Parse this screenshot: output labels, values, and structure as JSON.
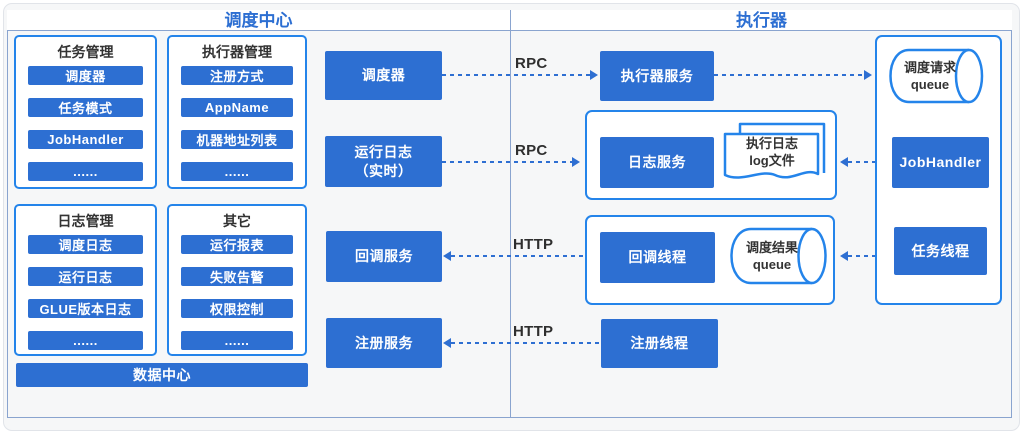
{
  "header": {
    "left_title": "调度中心",
    "right_title": "执行器"
  },
  "labels": {
    "rpc1": "RPC",
    "rpc2": "RPC",
    "http1": "HTTP",
    "http2": "HTTP"
  },
  "sc": {
    "task_group": {
      "title": "任务管理",
      "items": [
        "调度器",
        "任务模式",
        "JobHandler",
        "......"
      ]
    },
    "executor_group": {
      "title": "执行器管理",
      "items": [
        "注册方式",
        "AppName",
        "机器地址列表",
        "......"
      ]
    },
    "log_group": {
      "title": "日志管理",
      "items": [
        "调度日志",
        "运行日志",
        "GLUE版本日志",
        "......"
      ]
    },
    "other_group": {
      "title": "其它",
      "items": [
        "运行报表",
        "失败告警",
        "权限控制",
        "......"
      ]
    },
    "data_center": "数据中心",
    "scheduler_service": "调度器",
    "run_log_line1": "运行日志",
    "run_log_line2": "（实时）",
    "callback_service": "回调服务",
    "registry_service": "注册服务"
  },
  "ex": {
    "executor_service": "执行器服务",
    "log_service": "日志服务",
    "log_file_line1": "执行日志",
    "log_file_line2": "log文件",
    "callback_thread": "回调线程",
    "result_queue_line1": "调度结果",
    "result_queue_line2": "queue",
    "registry_thread": "注册线程",
    "request_queue_line1": "调度请求",
    "request_queue_line2": "queue",
    "job_handler": "JobHandler",
    "task_thread": "任务线程"
  },
  "colors": {
    "primary_blue": "#2d6fd2",
    "bright_border_blue": "#2484ea",
    "frame_blue": "#8aa4cf",
    "arrow_blue": "#2e6fd2",
    "dark_text": "#333333",
    "card_bg": "#f6f7f8"
  }
}
